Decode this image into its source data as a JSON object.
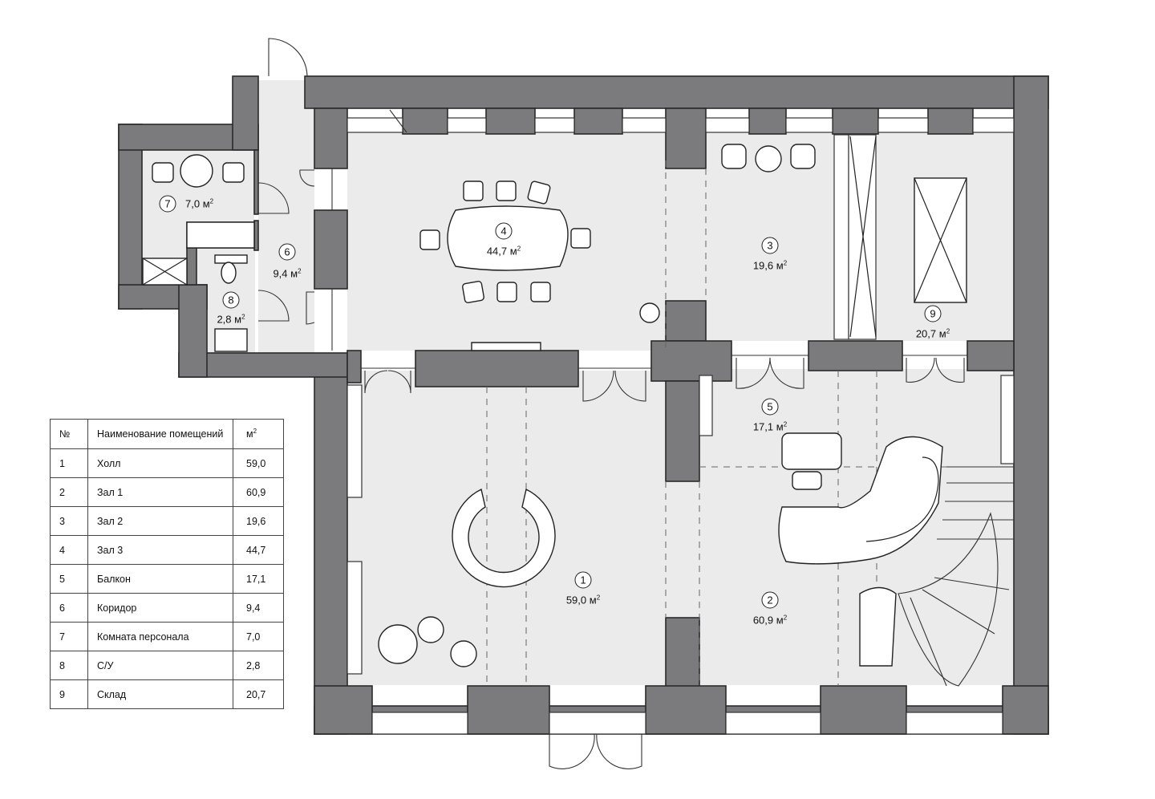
{
  "rooms": [
    {
      "num": "1",
      "area": "59,0",
      "unit": "м",
      "exp": "2"
    },
    {
      "num": "2",
      "area": "60,9",
      "unit": "м",
      "exp": "2"
    },
    {
      "num": "3",
      "area": "19,6",
      "unit": "м",
      "exp": "2"
    },
    {
      "num": "4",
      "area": "44,7",
      "unit": "м",
      "exp": "2"
    },
    {
      "num": "5",
      "area": "17,1",
      "unit": "м",
      "exp": "2"
    },
    {
      "num": "6",
      "area": "9,4",
      "unit": "м",
      "exp": "2"
    },
    {
      "num": "7",
      "area": "7,0",
      "unit": "м",
      "exp": "2"
    },
    {
      "num": "8",
      "area": "2,8",
      "unit": "м",
      "exp": "2"
    },
    {
      "num": "9",
      "area": "20,7",
      "unit": "м",
      "exp": "2"
    }
  ],
  "legend": {
    "headers": {
      "num": "№",
      "name": "Наименование помещений",
      "unit": "м",
      "exp": "2"
    },
    "rows": [
      {
        "num": "1",
        "name": "Холл",
        "value": "59,0"
      },
      {
        "num": "2",
        "name": "Зал 1",
        "value": "60,9"
      },
      {
        "num": "3",
        "name": "Зал 2",
        "value": "19,6"
      },
      {
        "num": "4",
        "name": "Зал 3",
        "value": "44,7"
      },
      {
        "num": "5",
        "name": "Балкон",
        "value": "17,1"
      },
      {
        "num": "6",
        "name": "Коридор",
        "value": "9,4"
      },
      {
        "num": "7",
        "name": "Комната персонала",
        "value": "7,0"
      },
      {
        "num": "8",
        "name": "С/У",
        "value": "2,8"
      },
      {
        "num": "9",
        "name": "Склад",
        "value": "20,7"
      }
    ]
  },
  "colors": {
    "wall": "#7b7b7d",
    "floor": "#ebebeb",
    "line": "#222222"
  }
}
